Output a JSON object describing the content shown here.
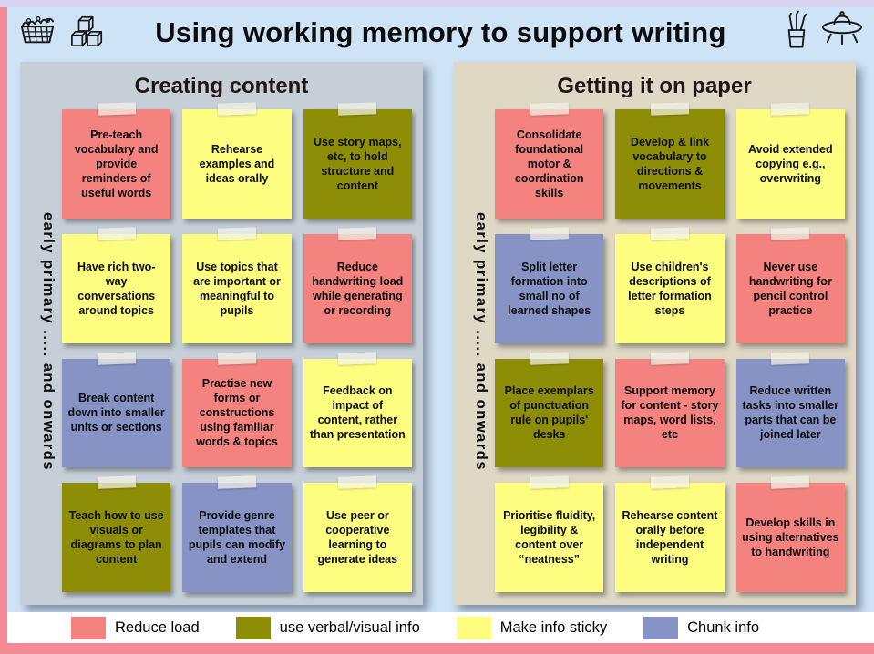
{
  "title": "Using working memory to support writing",
  "colors": {
    "pink": "#f4837f",
    "olive": "#8e8e06",
    "yellow": "#fdfd80",
    "blue": "#8792c5"
  },
  "panels": [
    {
      "title": "Creating content",
      "side_label": "early primary ..... and onwards",
      "notes": [
        {
          "color": "pink",
          "text": "Pre-teach vocabulary and provide reminders of useful words"
        },
        {
          "color": "yellow",
          "text": "Rehearse examples and ideas orally"
        },
        {
          "color": "olive",
          "text": "Use story maps, etc, to hold structure and content"
        },
        {
          "color": "yellow",
          "text": "Have rich two-way conversations around topics"
        },
        {
          "color": "yellow",
          "text": "Use topics that are important or meaningful to pupils"
        },
        {
          "color": "pink",
          "text": "Reduce handwriting load while generating or recording"
        },
        {
          "color": "blue",
          "text": "Break content down into smaller units or sections"
        },
        {
          "color": "pink",
          "text": "Practise new forms or constructions using familiar words & topics"
        },
        {
          "color": "yellow",
          "text": "Feedback on impact of content, rather than presentation"
        },
        {
          "color": "olive",
          "text": "Teach how to use visuals or diagrams to plan content"
        },
        {
          "color": "blue",
          "text": "Provide genre templates that pupils can modify and extend"
        },
        {
          "color": "yellow",
          "text": "Use peer or cooperative learning to generate ideas"
        }
      ]
    },
    {
      "title": "Getting it on paper",
      "side_label": "early primary ..... and onwards",
      "notes": [
        {
          "color": "pink",
          "text": "Consolidate foundational motor & coordination skills"
        },
        {
          "color": "olive",
          "text": "Develop & link vocabulary to directions & movements"
        },
        {
          "color": "yellow",
          "text": "Avoid extended copying e.g., overwriting"
        },
        {
          "color": "blue",
          "text": "Split letter formation into small no of learned shapes"
        },
        {
          "color": "yellow",
          "text": "Use children's descriptions of letter formation steps"
        },
        {
          "color": "pink",
          "text": "Never use handwriting for pencil control practice"
        },
        {
          "color": "olive",
          "text": "Place exemplars of punctuation rule on pupils' desks"
        },
        {
          "color": "pink",
          "text": "Support memory for content - story maps, word lists, etc"
        },
        {
          "color": "blue",
          "text": "Reduce written tasks into smaller parts that can be joined later"
        },
        {
          "color": "yellow",
          "text": "Prioritise fluidity, legibility & content over “neatness”"
        },
        {
          "color": "yellow",
          "text": "Rehearse content orally before independent writing"
        },
        {
          "color": "pink",
          "text": "Develop skills in using alternatives to handwriting"
        }
      ]
    }
  ],
  "legend": [
    {
      "color": "pink",
      "label": "Reduce load"
    },
    {
      "color": "olive",
      "label": "use verbal/visual info"
    },
    {
      "color": "yellow",
      "label": "Make info sticky"
    },
    {
      "color": "blue",
      "label": "Chunk info"
    }
  ],
  "icons": {
    "top_left": [
      "cake-basket-icon",
      "cubes-icon"
    ],
    "top_right": [
      "pencil-cup-icon",
      "ufo-icon"
    ]
  }
}
